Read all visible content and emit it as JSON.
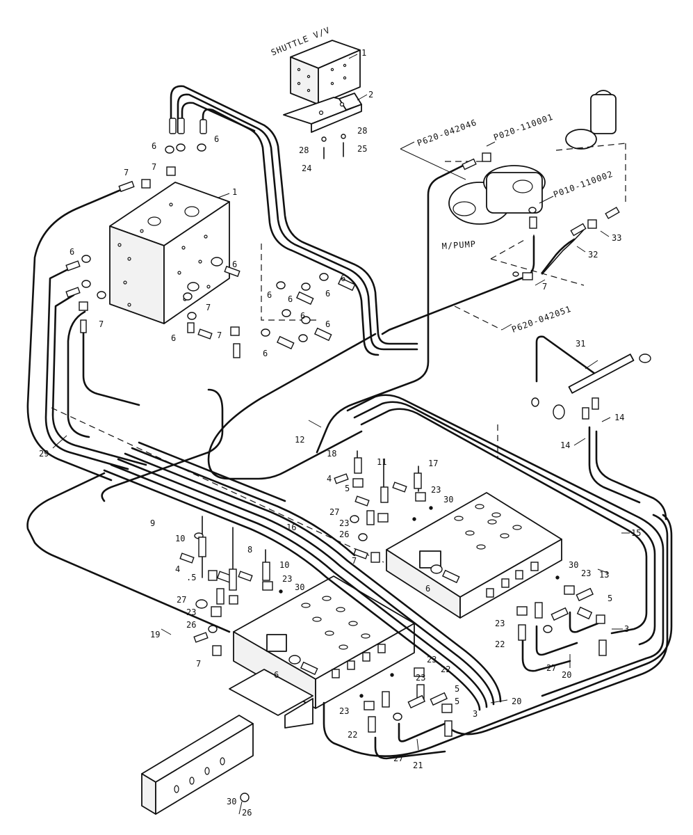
{
  "titles": {
    "shuttle_valve": "SHUTTLE V/V",
    "main_pump": "M/PUMP",
    "pipe_a": "P620-042046",
    "pipe_b": "P020-110001",
    "pipe_c": "P010-110002",
    "pipe_d": "P620-042051"
  },
  "parts": {
    "p1_a": "1",
    "p1_b": "1",
    "p2": "2",
    "p3_a": "3",
    "p3_b": "3",
    "p4_a": "4",
    "p4_b": "4",
    "p5_a": "5",
    "p5_b": ".5",
    "p5_c": "5",
    "p5_d": "5",
    "p5_e": "5",
    "p6_1": "6",
    "p6_2": "6",
    "p6_3": "6",
    "p6_4": "6",
    "p6_5": "6",
    "p6_6": "6",
    "p6_7": "6",
    "p6_8": "6",
    "p6_9": "6",
    "p6_10": "6",
    "p6_11": "6",
    "p6_12": "6",
    "p6_13": "6",
    "p6_14": "6",
    "p7_1": "7",
    "p7_2": "7",
    "p7_3": "7",
    "p7_4": "7",
    "p7_5": "7",
    "p7_6": "7",
    "p7_7": "7",
    "p7_8": "7",
    "p8": "8",
    "p9": "9",
    "p10_a": "10",
    "p10_b": "10",
    "p11": "11",
    "p12": "12",
    "p13": "13",
    "p14_a": "14",
    "p14_b": "14",
    "p15": "15",
    "p16": "16",
    "p17": "17",
    "p18": "18",
    "p19": "19",
    "p20_a": "20",
    "p20_b": "20",
    "p21": "21",
    "p22_a": "22",
    "p22_b": "22",
    "p22_c": "22",
    "p23_1": "23",
    "p23_2": "23",
    "p23_3": "23",
    "p23_4": "23",
    "p23_5": "23",
    "p23_6": "23",
    "p23_7": "23",
    "p23_8": "23",
    "p23_9": "23",
    "p24": "24",
    "p25": "25",
    "p26_a": "26",
    "p26_b": "26",
    "p26_c": "26",
    "p27_a": "27",
    "p27_b": "27",
    "p27_c": "27",
    "p27_d": "27",
    "p28_a": "28",
    "p28_b": "28",
    "p29": "29",
    "p30_a": "30",
    "p30_b": "30",
    "p30_c": "30",
    "p30_d": "30",
    "p31": "31",
    "p32": "32",
    "p33": "33"
  }
}
